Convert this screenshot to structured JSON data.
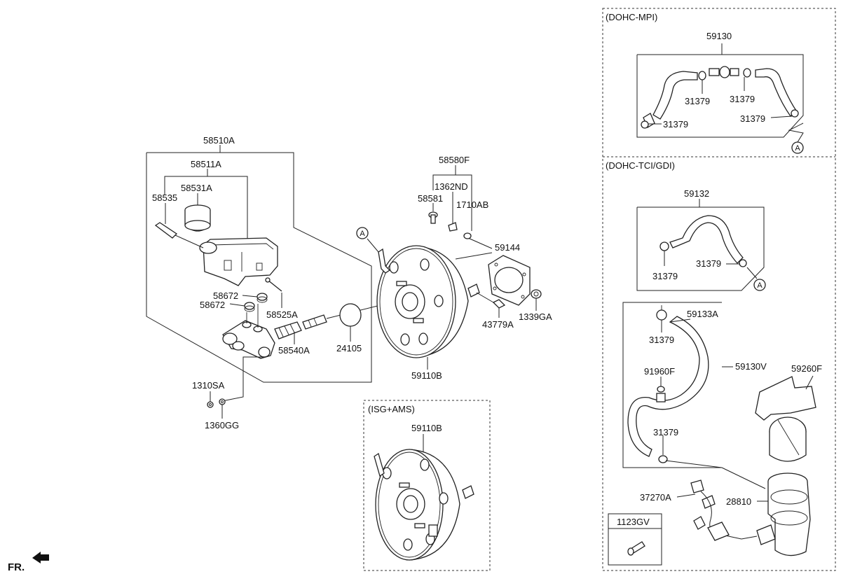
{
  "groups": {
    "mpi": "(DOHC-MPI)",
    "tci": "(DOHC-TCI/GDI)",
    "isg": "(ISG+AMS)"
  },
  "callouts": {
    "c58510A": "58510A",
    "c58511A": "58511A",
    "c58531A": "58531A",
    "c58535": "58535",
    "c58672a": "58672",
    "c58672b": "58672",
    "c58525A": "58525A",
    "c58540A": "58540A",
    "c24105": "24105",
    "c1310SA": "1310SA",
    "c1360GG": "1360GG",
    "c58580F": "58580F",
    "c1362ND": "1362ND",
    "c58581": "58581",
    "c1710AB": "1710AB",
    "c59144": "59144",
    "c43779A": "43779A",
    "c1339GA": "1339GA",
    "c59110B_main": "59110B",
    "c59110B_isg": "59110B",
    "c59130": "59130",
    "c31379_m1": "31379",
    "c31379_m2": "31379",
    "c31379_m3": "31379",
    "c31379_m4": "31379",
    "c59132": "59132",
    "c31379_t1": "31379",
    "c31379_t2": "31379",
    "c59133A": "59133A",
    "c31379_t3": "31379",
    "c59130V": "59130V",
    "c91960F": "91960F",
    "c31379_t4": "31379",
    "c59260F": "59260F",
    "c37270A": "37270A",
    "c28810": "28810",
    "c1123GV": "1123GV"
  },
  "markers": {
    "a_main": "A",
    "a_mpi": "A",
    "a_tci": "A"
  },
  "fr": "FR."
}
